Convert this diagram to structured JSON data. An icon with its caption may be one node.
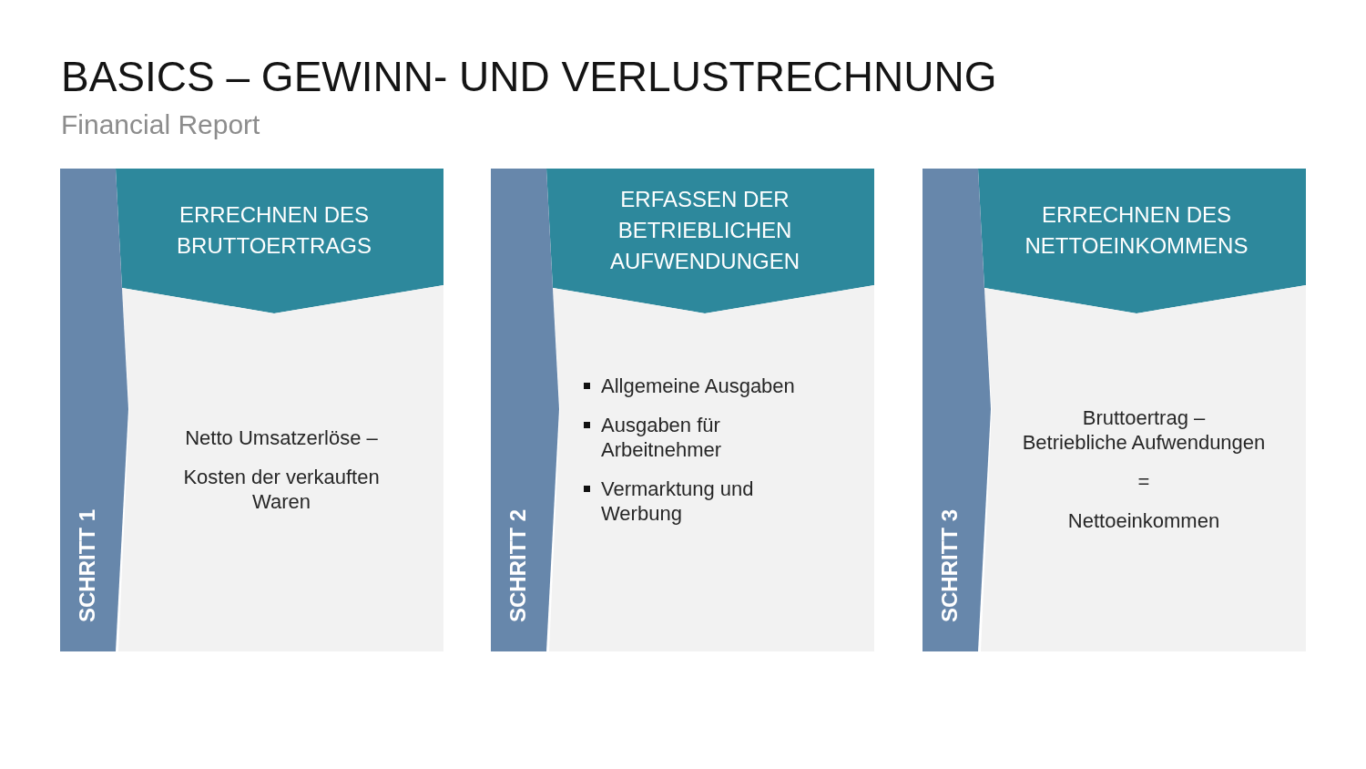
{
  "diagram": {
    "title": "BASICS – GEWINN- UND VERLUSTRECHNUNG",
    "nodes": [
      {
        "text": [
          "ERRECHNEN DES BRUTTOERTRAGS"
        ]
      },
      {
        "text": [
          "Netto Umsatzerlöse –",
          "Kosten der verkauften Waren"
        ]
      },
      {
        "text": [
          "SCHRITT 1"
        ]
      },
      {
        "text": [
          "ERFASSEN DER BETRIEBLICHEN AUFWENDUNGEN"
        ]
      },
      {
        "text": [
          "Allgemeine Ausgaben",
          "Ausgaben für Arbeitnehmer",
          "Vermarktung und Werbung"
        ]
      },
      {
        "text": [
          "SCHRITT 2"
        ]
      },
      {
        "text": [
          "ERRECHNEN DES NETTOEINKOMMENS"
        ]
      },
      {
        "text": [
          "Bruttoertrag –",
          "Betriebliche Aufwendungen",
          "=",
          "Nettoeinkommen"
        ]
      },
      {
        "text": [
          "SCHRITT 3"
        ]
      }
    ],
    "labels": [
      "Financial Report"
    ]
  }
}
